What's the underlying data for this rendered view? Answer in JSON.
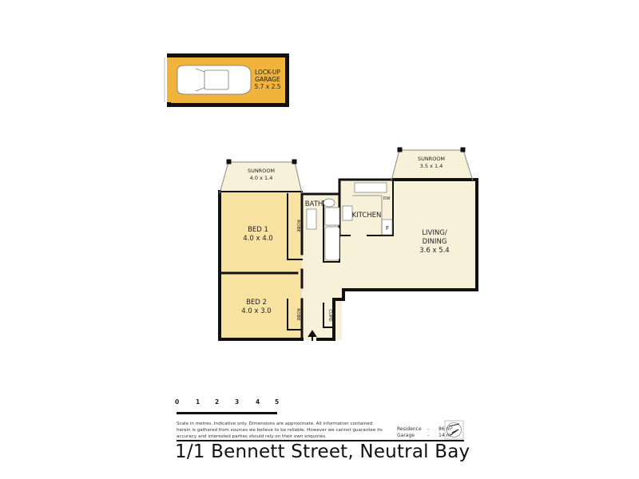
{
  "garage": {
    "name": "LOCK-UP",
    "name2": "GARAGE",
    "dims": "5.7 x 2.5"
  },
  "rooms": {
    "sunroom_left": {
      "name": "SUNROOM",
      "dims": "4.0 x 1.4"
    },
    "sunroom_right": {
      "name": "SUNROOM",
      "dims": "3.5 x 1.4"
    },
    "bed1": {
      "name": "BED 1",
      "dims": "4.0 x 4.0"
    },
    "bed2": {
      "name": "BED 2",
      "dims": "4.0 x 3.0"
    },
    "bath": {
      "name": "BATH"
    },
    "kitchen": {
      "name": "KITCHEN",
      "dw": "DW",
      "fridge": "F"
    },
    "living": {
      "name": "LIVING/",
      "name2": "DINING",
      "dims": "3.6 x 5.4"
    },
    "robe1": "ROBE",
    "robe2": "ROBE",
    "cupd": "CUPD"
  },
  "scale": {
    "ticks": [
      "0",
      "1",
      "2",
      "3",
      "4",
      "5"
    ],
    "unit": "metres"
  },
  "disclaimer": "Scale in metres. Indicative only. Dimensions are approximate.  All information contained herein is gathered from sources we believe to be reliable. However we cannot guarantee its accuracy and interested parties should rely on their own enquiries.",
  "areas": [
    {
      "label": "Residence",
      "value": "86 m²"
    },
    {
      "label": "Garage",
      "value": "14 m²"
    }
  ],
  "compass": "N",
  "address": "1/1 Bennett Street, Neutral Bay",
  "colors": {
    "garage": "#F0B33C",
    "bedroom": "#F7E2A2",
    "floor": "#F8F1DA",
    "wall": "#111111"
  }
}
